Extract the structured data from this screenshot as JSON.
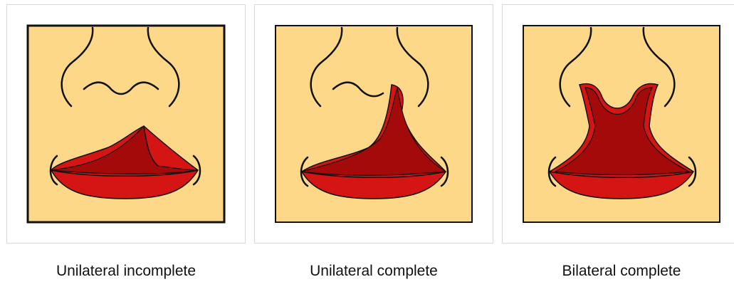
{
  "colors": {
    "panel_fill": "#fdd889",
    "lip_light": "#d51414",
    "lip_dark": "#a50a0a",
    "outline": "#111111"
  },
  "panels": [
    {
      "caption": "Unilateral incomplete",
      "icon": "unilateral-incomplete-cleft-lip-drawing"
    },
    {
      "caption": "Unilateral complete",
      "icon": "unilateral-complete-cleft-lip-drawing"
    },
    {
      "caption": "Bilateral complete",
      "icon": "bilateral-complete-cleft-lip-drawing"
    }
  ]
}
